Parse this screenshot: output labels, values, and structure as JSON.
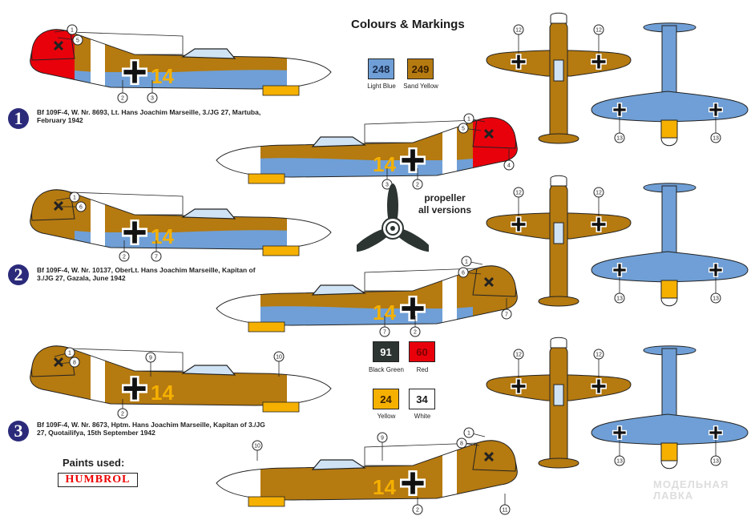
{
  "header": {
    "title": "Colours & Markings"
  },
  "paints": [
    {
      "code": "248",
      "name": "Light Blue",
      "color": "#6f9fd6",
      "text_color": "#1a2a4a"
    },
    {
      "code": "249",
      "name": "Sand Yellow",
      "color": "#b57a10",
      "text_color": "#3a2000"
    },
    {
      "code": "91",
      "name": "Black Green",
      "color": "#2c3532",
      "text_color": "#ffffff"
    },
    {
      "code": "60",
      "name": "Red",
      "color": "#e8000b",
      "text_color": "#7a0000"
    },
    {
      "code": "24",
      "name": "Yellow",
      "color": "#f5b000",
      "text_color": "#3a2000"
    },
    {
      "code": "34",
      "name": "White",
      "color": "#ffffff",
      "text_color": "#1a1a1a"
    }
  ],
  "propeller": {
    "line1": "propeller",
    "line2": "all versions",
    "color": "#2c3532"
  },
  "schemes": [
    {
      "number": "1",
      "caption_line1": "Bf 109F-4, W. Nr. 8693, Lt. Hans Joachim Marseille, 3./JG 27, Martuba,",
      "caption_line2": "February 1942",
      "upper_color": "#b57a10",
      "lower_color": "#6f9fd6",
      "rudder_color": "#e8000b",
      "code": "14",
      "left_callouts": [
        "1",
        "5",
        "2",
        "3"
      ],
      "right_callouts": [
        "1",
        "5",
        "4",
        "3",
        "2"
      ]
    },
    {
      "number": "2",
      "caption_line1": "Bf 109F-4, W. Nr. 10137, OberLt. Hans Joachim Marseille, Kapitan of",
      "caption_line2": "3./JG 27, Gazala, June 1942",
      "upper_color": "#b57a10",
      "lower_color": "#6f9fd6",
      "rudder_color": "#b57a10",
      "code": "14",
      "left_callouts": [
        "1",
        "6",
        "2",
        "7"
      ],
      "right_callouts": [
        "1",
        "6",
        "7",
        "7",
        "2"
      ]
    },
    {
      "number": "3",
      "caption_line1": "Bf 109F-4, W. Nr. 8673, Hptm. Hans Joachim Marseille, Kapitan of 3./JG",
      "caption_line2": "27, Quotailifya, 15th September 1942",
      "upper_color": "#b57a10",
      "lower_color": "#b57a10",
      "rudder_color": "#b57a10",
      "code": "14",
      "left_callouts": [
        "1",
        "8",
        "9",
        "10",
        "2"
      ],
      "right_callouts": [
        "10",
        "9",
        "1",
        "8",
        "2",
        "11"
      ]
    }
  ],
  "plan_views": {
    "top_callout": "12",
    "bottom_callout": "13"
  },
  "footer": {
    "paints_used": "Paints used:",
    "brand": "HUMBROL"
  },
  "watermark": {
    "line1": "МОДЕЛЬНАЯ",
    "line2": "ЛАВКА"
  }
}
